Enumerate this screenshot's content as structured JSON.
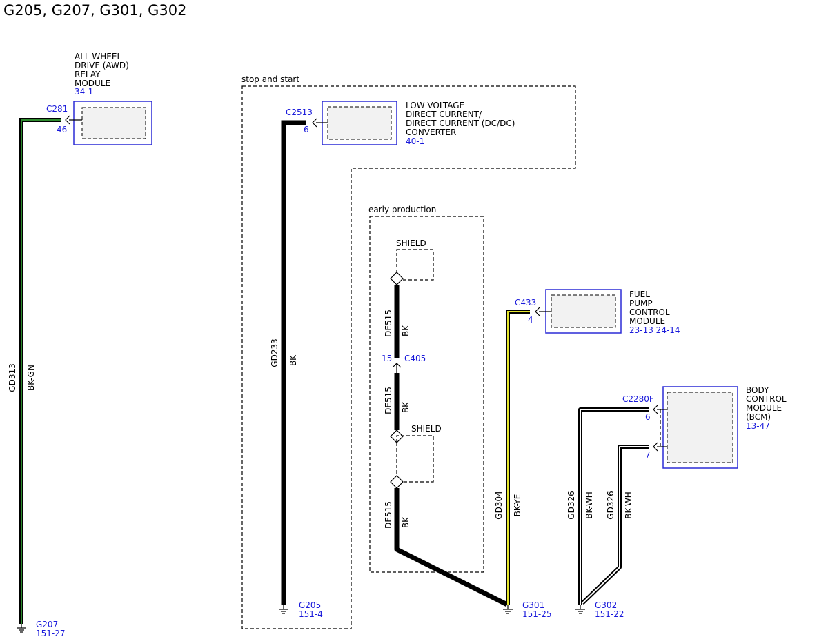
{
  "title": "G205, G207, G301, G302",
  "colors": {
    "connector_blue": "#1a1adb",
    "module_border": "#2b2bd6",
    "module_fill": "#f2f2f2",
    "wire_green": "#2e8b2e",
    "wire_yellow": "#e6e62e"
  },
  "groups": {
    "stop_start": "stop and start",
    "early_production": "early production"
  },
  "modules": {
    "awd": {
      "name_lines": [
        "ALL WHEEL",
        "DRIVE (AWD)",
        "RELAY",
        "MODULE"
      ],
      "ref": "34-1",
      "connector": "C281",
      "pin": "46"
    },
    "dcdc": {
      "name_lines": [
        "LOW VOLTAGE",
        "DIRECT CURRENT/",
        "DIRECT CURRENT (DC/DC)",
        "CONVERTER"
      ],
      "ref": "40-1",
      "connector": "C2513",
      "pin": "6"
    },
    "fpcm": {
      "name_lines": [
        "FUEL",
        "PUMP",
        "CONTROL",
        "MODULE"
      ],
      "ref": "23-13 24-14",
      "connector": "C433",
      "pin": "4"
    },
    "bcm": {
      "name_lines": [
        "BODY",
        "CONTROL",
        "MODULE",
        "(BCM)"
      ],
      "ref": "13-47",
      "connector": "C2280F",
      "pin_a": "6",
      "pin_b": "7"
    }
  },
  "wires": {
    "gd313": {
      "circuit": "GD313",
      "color": "BK-GN"
    },
    "gd233": {
      "circuit": "GD233",
      "color": "BK"
    },
    "de515": {
      "circuit": "DE515",
      "color": "BK"
    },
    "gd304": {
      "circuit": "GD304",
      "color": "BK-YE"
    },
    "gd326": {
      "circuit": "GD326",
      "color": "BK-WH"
    }
  },
  "inline": {
    "connector": "C405",
    "pin": "15",
    "shield": "SHIELD"
  },
  "grounds": {
    "g207": {
      "name": "G207",
      "ref": "151-27"
    },
    "g205": {
      "name": "G205",
      "ref": "151-4"
    },
    "g301": {
      "name": "G301",
      "ref": "151-25"
    },
    "g302": {
      "name": "G302",
      "ref": "151-22"
    }
  }
}
